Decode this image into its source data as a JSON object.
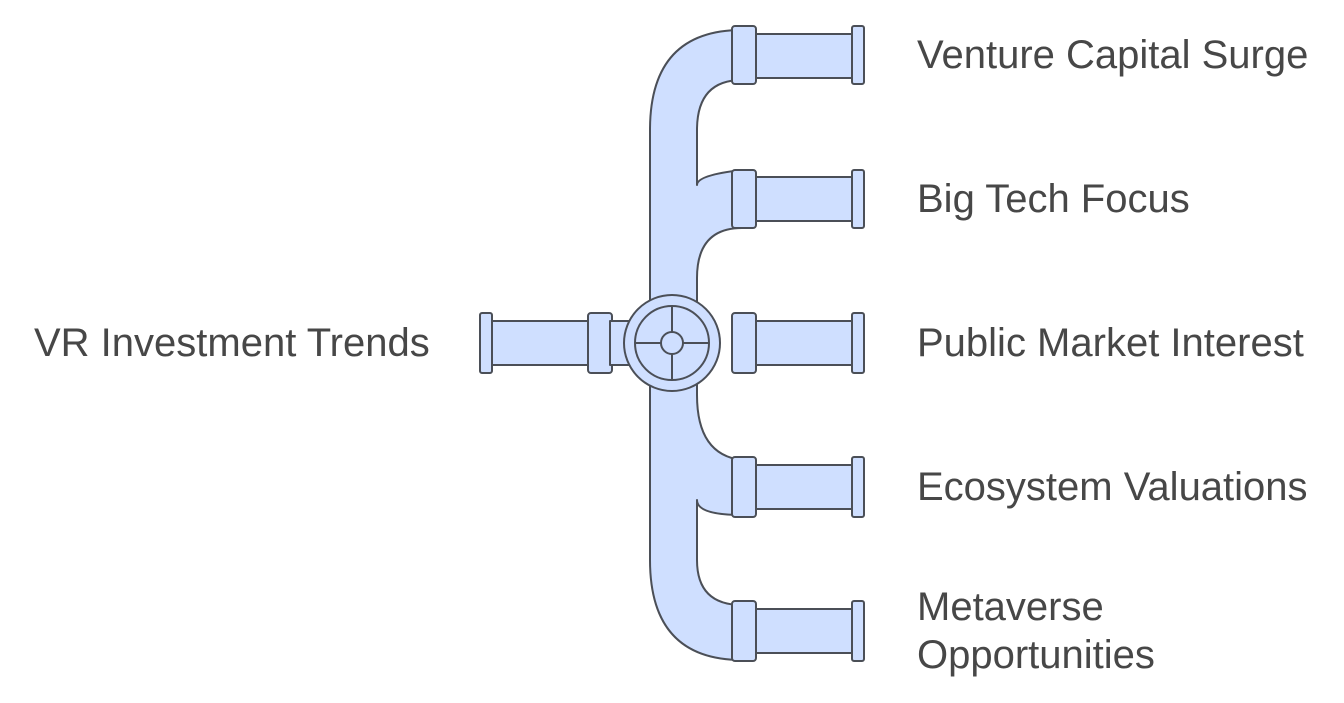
{
  "source_label": "VR Investment Trends",
  "outputs": [
    {
      "label": "Venture Capital Surge"
    },
    {
      "label": "Big Tech Focus"
    },
    {
      "label": "Public Market Interest"
    },
    {
      "label": "Ecosystem Valuations"
    },
    {
      "label": "Metaverse Opportunities"
    }
  ],
  "colors": {
    "pipe_fill": "#cfdfff",
    "pipe_stroke": "#4b4f57",
    "text": "#474747"
  },
  "icons": {
    "junction": "valve-icon"
  }
}
